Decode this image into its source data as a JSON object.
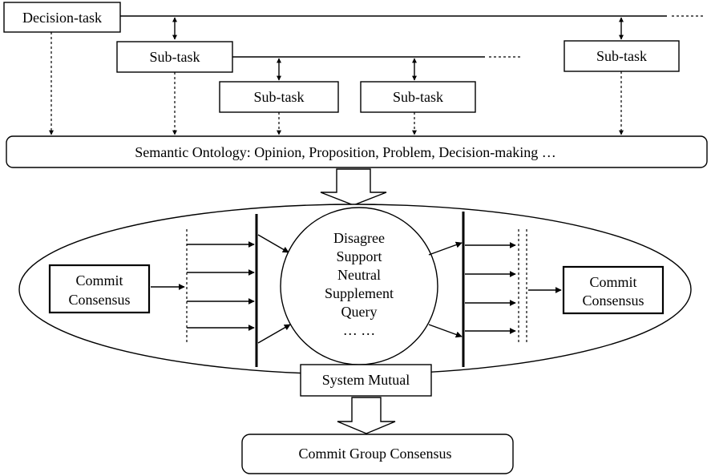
{
  "diagram": {
    "decision_task": "Decision-task",
    "subtask_1": "Sub-task",
    "subtask_2": "Sub-task",
    "subtask_3": "Sub-task",
    "subtask_4": "Sub-task",
    "ontology": "Semantic Ontology: Opinion, Proposition, Problem, Decision-making …",
    "commit_left_line1": "Commit",
    "commit_left_line2": "Consensus",
    "commit_right_line1": "Commit",
    "commit_right_line2": "Consensus",
    "center_items": [
      "Disagree",
      "Support",
      "Neutral",
      "Supplement",
      "Query",
      "… …"
    ],
    "system_mutual": "System Mutual",
    "group_consensus": "Commit Group Consensus"
  }
}
